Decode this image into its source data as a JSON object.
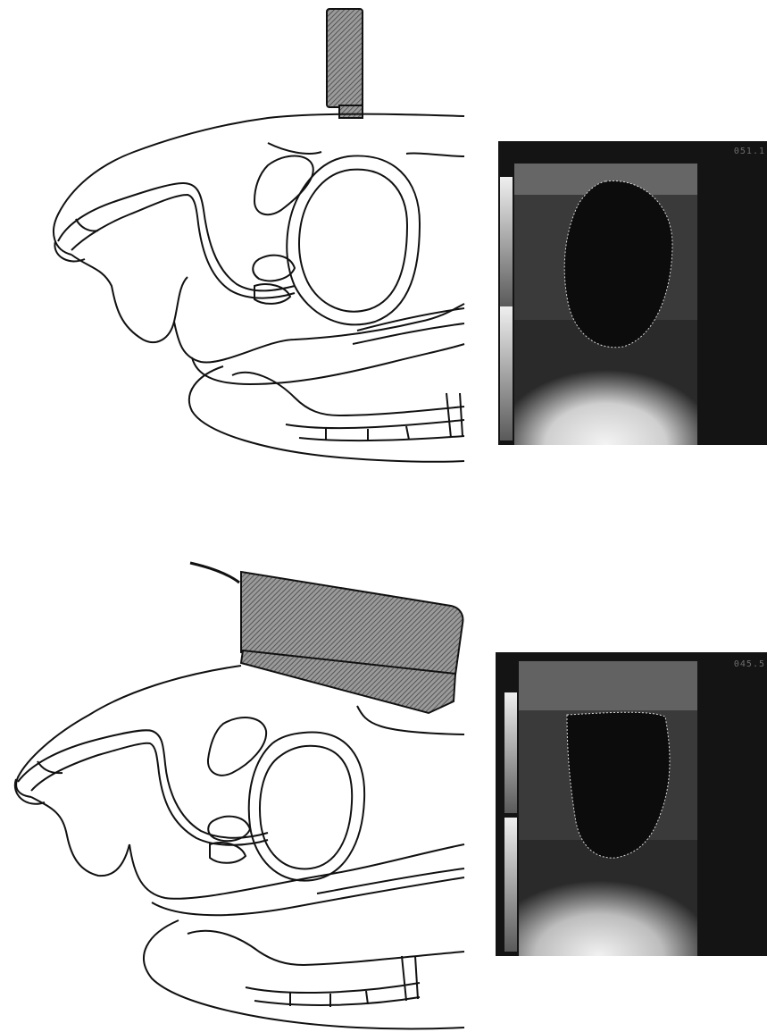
{
  "figure": {
    "panels": [
      {
        "id": "top",
        "probe": "sector-probe",
        "readout": "051.1",
        "fill_color": "#7a7a7a"
      },
      {
        "id": "bottom",
        "probe": "linear-array-probe",
        "readout": "045.5",
        "fill_color": "#7a7a7a"
      }
    ],
    "colors": {
      "outline": "#111111",
      "probe_fill": "#7a7a7a",
      "us_background": "#141414",
      "us_echo": "#e6e6e6",
      "us_trace": "#d8d8d8"
    }
  }
}
